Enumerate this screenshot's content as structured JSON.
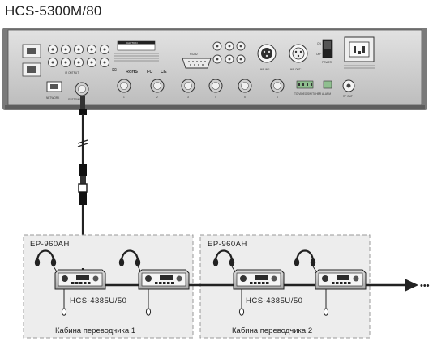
{
  "title": "HCS-5300M/80",
  "panel": {
    "caution_text": "CAUTION",
    "rohs": "RoHS",
    "fc": "FC",
    "ce": "CE",
    "rs232": "RS232",
    "line_in": "LINE IN 1",
    "line_out": "LINE OUT 1",
    "power": "POWER",
    "on": "ON",
    "off": "OFF",
    "system_out": "SYSTEM OUT",
    "network": "NETWORK",
    "ir_output": "IR OUTPUT",
    "trunk_labels": [
      "1",
      "2",
      "3",
      "4",
      "5",
      "6"
    ],
    "alarm": "ALARM",
    "to_video": "TO VIDEO SWITCHER",
    "rf_out": "RF OUT"
  },
  "booths": [
    {
      "headphone_label": "EP-960AH",
      "unit_label": "HCS-4385U/50",
      "caption": "Кабина переводчика 1"
    },
    {
      "headphone_label": "EP-960AH",
      "unit_label": "HCS-4385U/50",
      "caption": "Кабина переводчика 2"
    }
  ],
  "continuation": "•••"
}
